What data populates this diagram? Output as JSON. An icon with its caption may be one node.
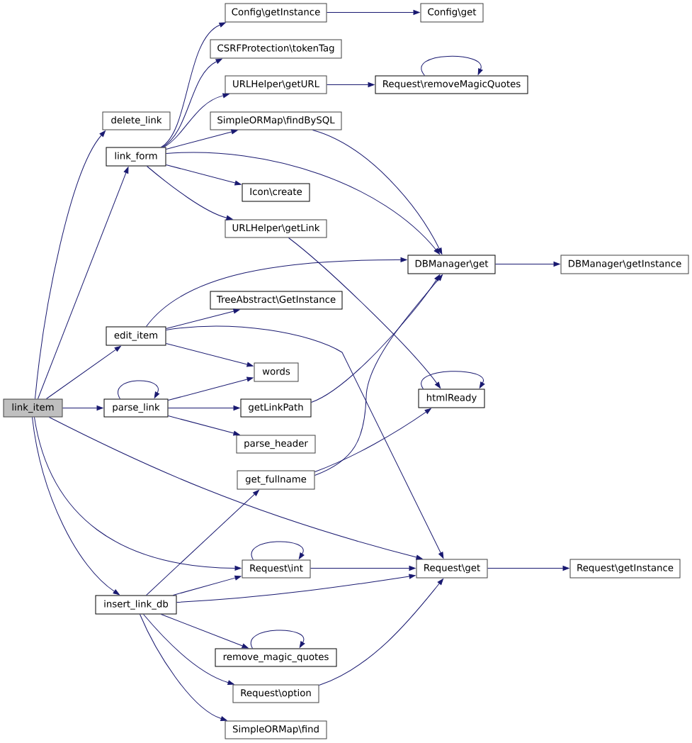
{
  "diagram": {
    "nodes": [
      {
        "text": [
          "link_item"
        ]
      },
      {
        "text": [
          "delete_link"
        ]
      },
      {
        "text": [
          "link_form"
        ]
      },
      {
        "text": [
          "edit_item"
        ]
      },
      {
        "text": [
          "parse_link"
        ]
      },
      {
        "text": [
          "insert_link_db"
        ]
      },
      {
        "text": [
          "Config\\getInstance"
        ]
      },
      {
        "text": [
          "CSRFProtection\\tokenTag"
        ]
      },
      {
        "text": [
          "URLHelper\\getURL"
        ]
      },
      {
        "text": [
          "SimpleORMap\\findBySQL"
        ]
      },
      {
        "text": [
          "Icon\\create"
        ]
      },
      {
        "text": [
          "URLHelper\\getLink"
        ]
      },
      {
        "text": [
          "TreeAbstract\\GetInstance"
        ]
      },
      {
        "text": [
          "words"
        ]
      },
      {
        "text": [
          "getLinkPath"
        ]
      },
      {
        "text": [
          "parse_header"
        ]
      },
      {
        "text": [
          "get_fullname"
        ]
      },
      {
        "text": [
          "Request\\int"
        ]
      },
      {
        "text": [
          "remove_magic_quotes"
        ]
      },
      {
        "text": [
          "Request\\option"
        ]
      },
      {
        "text": [
          "SimpleORMap\\find"
        ]
      },
      {
        "text": [
          "Config\\get"
        ]
      },
      {
        "text": [
          "Request\\removeMagicQuotes"
        ]
      },
      {
        "text": [
          "DBManager\\get"
        ]
      },
      {
        "text": [
          "htmlReady"
        ]
      },
      {
        "text": [
          "Request\\get"
        ]
      },
      {
        "text": [
          "DBManager\\getInstance"
        ]
      },
      {
        "text": [
          "Request\\getInstance"
        ]
      }
    ],
    "edges": [
      {
        "from": 0,
        "to": 1,
        "arrow": "to"
      },
      {
        "from": 0,
        "to": 2,
        "arrow": "to"
      },
      {
        "from": 0,
        "to": 3,
        "arrow": "to"
      },
      {
        "from": 0,
        "to": 4,
        "arrow": "to"
      },
      {
        "from": 0,
        "to": 25,
        "arrow": "to"
      },
      {
        "from": 0,
        "to": 17,
        "arrow": "to"
      },
      {
        "from": 0,
        "to": 5,
        "arrow": "to"
      },
      {
        "from": 2,
        "to": 6,
        "arrow": "to"
      },
      {
        "from": 2,
        "to": 7,
        "arrow": "to"
      },
      {
        "from": 2,
        "to": 8,
        "arrow": "to"
      },
      {
        "from": 2,
        "to": 9,
        "arrow": "to"
      },
      {
        "from": 2,
        "to": 23,
        "arrow": "to"
      },
      {
        "from": 2,
        "to": 10,
        "arrow": "to"
      },
      {
        "from": 2,
        "to": 11,
        "arrow": "to"
      },
      {
        "from": 6,
        "to": 21,
        "arrow": "to"
      },
      {
        "from": 8,
        "to": 22,
        "arrow": "to"
      },
      {
        "from": 22,
        "to": 22,
        "arrow": "to"
      },
      {
        "from": 9,
        "to": 23,
        "arrow": "to"
      },
      {
        "from": 11,
        "to": 24,
        "arrow": "to"
      },
      {
        "from": 3,
        "to": 23,
        "arrow": "to"
      },
      {
        "from": 3,
        "to": 12,
        "arrow": "to"
      },
      {
        "from": 3,
        "to": 25,
        "arrow": "to"
      },
      {
        "from": 3,
        "to": 13,
        "arrow": "to"
      },
      {
        "from": 4,
        "to": 4,
        "arrow": "to"
      },
      {
        "from": 4,
        "to": 13,
        "arrow": "to"
      },
      {
        "from": 4,
        "to": 14,
        "arrow": "to"
      },
      {
        "from": 4,
        "to": 15,
        "arrow": "to"
      },
      {
        "from": 14,
        "to": 23,
        "arrow": "to"
      },
      {
        "from": 16,
        "to": 23,
        "arrow": "to"
      },
      {
        "from": 16,
        "to": 24,
        "arrow": "to"
      },
      {
        "from": 24,
        "to": 24,
        "arrow": "to"
      },
      {
        "from": 23,
        "to": 26,
        "arrow": "to"
      },
      {
        "from": 17,
        "to": 17,
        "arrow": "to"
      },
      {
        "from": 17,
        "to": 25,
        "arrow": "to"
      },
      {
        "from": 5,
        "to": 16,
        "arrow": "to"
      },
      {
        "from": 5,
        "to": 17,
        "arrow": "to"
      },
      {
        "from": 5,
        "to": 25,
        "arrow": "to"
      },
      {
        "from": 5,
        "to": 18,
        "arrow": "to"
      },
      {
        "from": 18,
        "to": 18,
        "arrow": "to"
      },
      {
        "from": 5,
        "to": 19,
        "arrow": "to"
      },
      {
        "from": 5,
        "to": 20,
        "arrow": "to"
      },
      {
        "from": 19,
        "to": 25,
        "arrow": "to"
      },
      {
        "from": 25,
        "to": 27,
        "arrow": "to"
      }
    ]
  }
}
